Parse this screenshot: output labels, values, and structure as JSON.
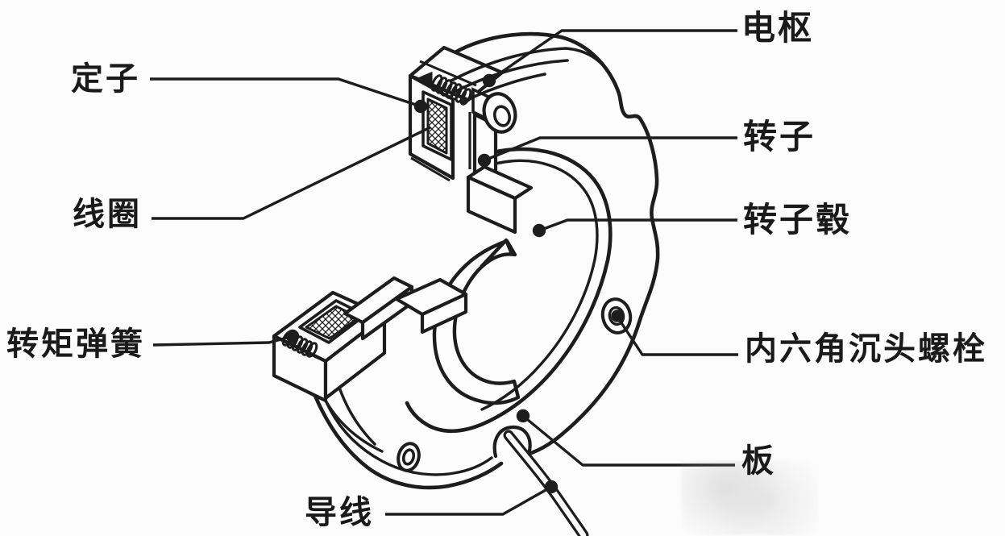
{
  "diagram": {
    "background_color": "#fcfcfc",
    "line_color": "#1d1d1d",
    "text_color": "#1a1a1a",
    "labels": [
      {
        "id": "armature",
        "text": "电枢"
      },
      {
        "id": "stator",
        "text": "定子"
      },
      {
        "id": "rotor",
        "text": "转子"
      },
      {
        "id": "coil",
        "text": "线圈"
      },
      {
        "id": "rotor-hub",
        "text": "转子毂"
      },
      {
        "id": "torque-spring",
        "text": "转矩弹簧"
      },
      {
        "id": "hex-socket-countersunk-bolt",
        "text": "内六角沉头螺栓"
      },
      {
        "id": "plate",
        "text": "板"
      },
      {
        "id": "lead-wire",
        "text": "导线"
      }
    ]
  }
}
